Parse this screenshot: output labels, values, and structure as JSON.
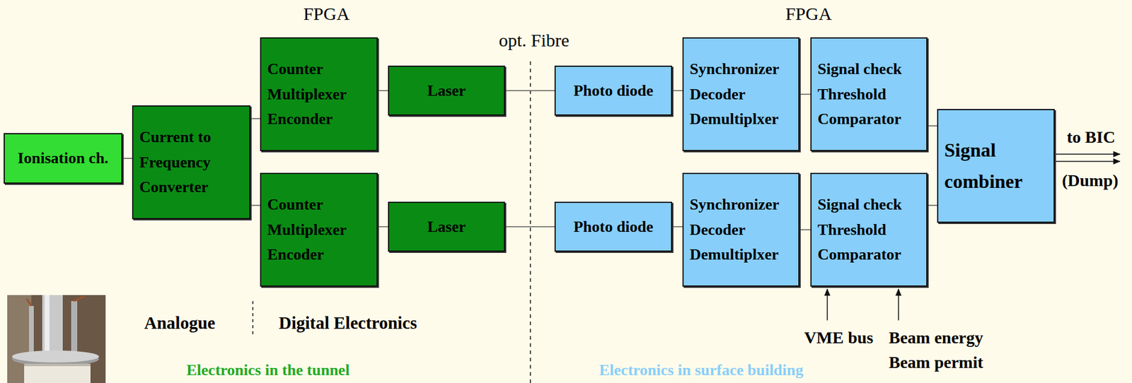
{
  "diagram": {
    "nodes": [
      {
        "text": [
          "Ionisation ch."
        ]
      },
      {
        "text": [
          "Current to Frequency Converter"
        ]
      },
      {
        "text": [
          "Counter Multiplexer Enconder"
        ]
      },
      {
        "text": [
          "Laser"
        ]
      },
      {
        "text": [
          "Photo diode"
        ]
      },
      {
        "text": [
          "Synchronizer Decoder Demultiplxer"
        ]
      },
      {
        "text": [
          "Signal check Threshold Comparator"
        ]
      },
      {
        "text": [
          "Counter Multiplexer Encoder"
        ]
      },
      {
        "text": [
          "Laser"
        ]
      },
      {
        "text": [
          "Photo diode"
        ]
      },
      {
        "text": [
          "Synchronizer Decoder Demultiplxer"
        ]
      },
      {
        "text": [
          "Signal check Threshold Comparator"
        ]
      },
      {
        "text": [
          "Signal combiner"
        ]
      }
    ],
    "edges": [
      {
        "from": 0,
        "to": 1,
        "arrow": "none"
      },
      {
        "from": 1,
        "to": 2,
        "arrow": "none"
      },
      {
        "from": 1,
        "to": 7,
        "arrow": "none"
      },
      {
        "from": 2,
        "to": 3,
        "arrow": "none"
      },
      {
        "from": 3,
        "to": 4,
        "arrow": "none"
      },
      {
        "from": 4,
        "to": 5,
        "arrow": "none"
      },
      {
        "from": 5,
        "to": 6,
        "arrow": "none"
      },
      {
        "from": 6,
        "to": 12,
        "arrow": "none"
      },
      {
        "from": 7,
        "to": 8,
        "arrow": "none"
      },
      {
        "from": 8,
        "to": 9,
        "arrow": "none"
      },
      {
        "from": 9,
        "to": 10,
        "arrow": "none"
      },
      {
        "from": 10,
        "to": 11,
        "arrow": "none"
      },
      {
        "from": 11,
        "to": 12,
        "arrow": "none"
      }
    ],
    "labels": [
      "FPGA",
      "FPGA",
      "opt. Fibre",
      "to BIC",
      "(Dump)",
      "Analogue",
      "Digital Electronics",
      "Electronics in the tunnel",
      "Electronics in surface building",
      "VME bus",
      "Beam energy",
      "Beam permit"
    ]
  }
}
